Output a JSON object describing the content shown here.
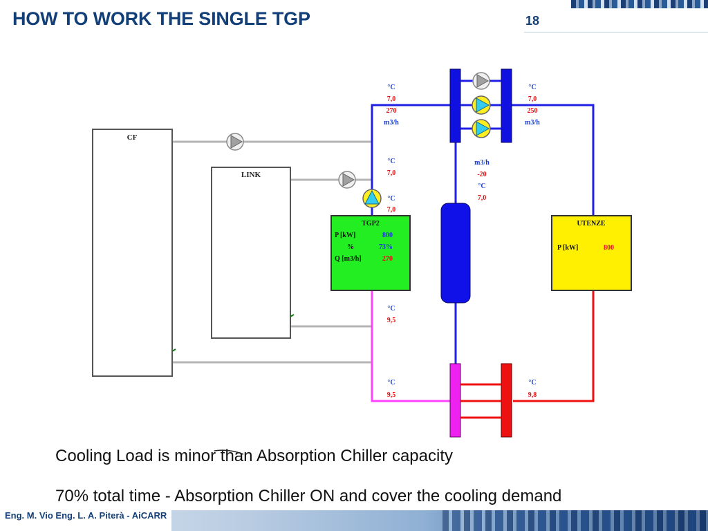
{
  "header": {
    "title": "HOW TO WORK THE SINGLE TGP",
    "page_number": "18"
  },
  "diagram": {
    "cf": {
      "label": "CF"
    },
    "link": {
      "label": "LINK"
    },
    "tgp2": {
      "label": "TGP2",
      "rows": [
        {
          "name": "P [kW]",
          "value": "800",
          "color": "#1a3fd0"
        },
        {
          "name": "%",
          "value": "73%",
          "color": "#1a3fd0"
        },
        {
          "name": "Q [m3/h]",
          "value": "270",
          "color": "#e01010"
        }
      ],
      "fill": "#22ee22"
    },
    "utenze": {
      "label": "UTENZE",
      "rows": [
        {
          "name": "P [kW]",
          "value": "800",
          "color": "#e01010"
        }
      ],
      "fill": "#ffef00"
    },
    "readouts": {
      "top_left": {
        "unit": "°C",
        "temp": "7,0",
        "flow": "270",
        "flow_unit": "m3/h"
      },
      "top_right": {
        "unit": "°C",
        "temp": "7,0",
        "flow": "250",
        "flow_unit": "m3/h"
      },
      "mid_left": {
        "unit": "°C",
        "temp": "7,0"
      },
      "pump_left": {
        "unit": "°C",
        "temp": "7,0"
      },
      "bypass": {
        "flow_unit": "m3/h",
        "flow": "-20",
        "unit": "°C",
        "temp": "7,0"
      },
      "return_upper": {
        "unit": "°C",
        "temp": "9,5"
      },
      "return_lower": {
        "unit": "°C",
        "temp": "9,5"
      },
      "return_right": {
        "unit": "°C",
        "temp": "9,8"
      }
    },
    "colors": {
      "supply": "#1f1fe6",
      "return_primary": "#ff44ff",
      "return_secondary": "#ee1111",
      "aux": "#b4b4b4",
      "pump_active": "#ffee22",
      "pump_active_arrow": "#33ccee",
      "pump_idle": "#f0f0f0",
      "pump_idle_arrow": "#a0a0a0"
    }
  },
  "bullets": [
    "Cooling Load is minor than Absorption Chiller capacity",
    "70% total time - Absorption Chiller ON and cover the cooling demand"
  ],
  "footer": {
    "label": "Eng. M. Vio Eng. L. A. Piterà - AiCARR"
  }
}
